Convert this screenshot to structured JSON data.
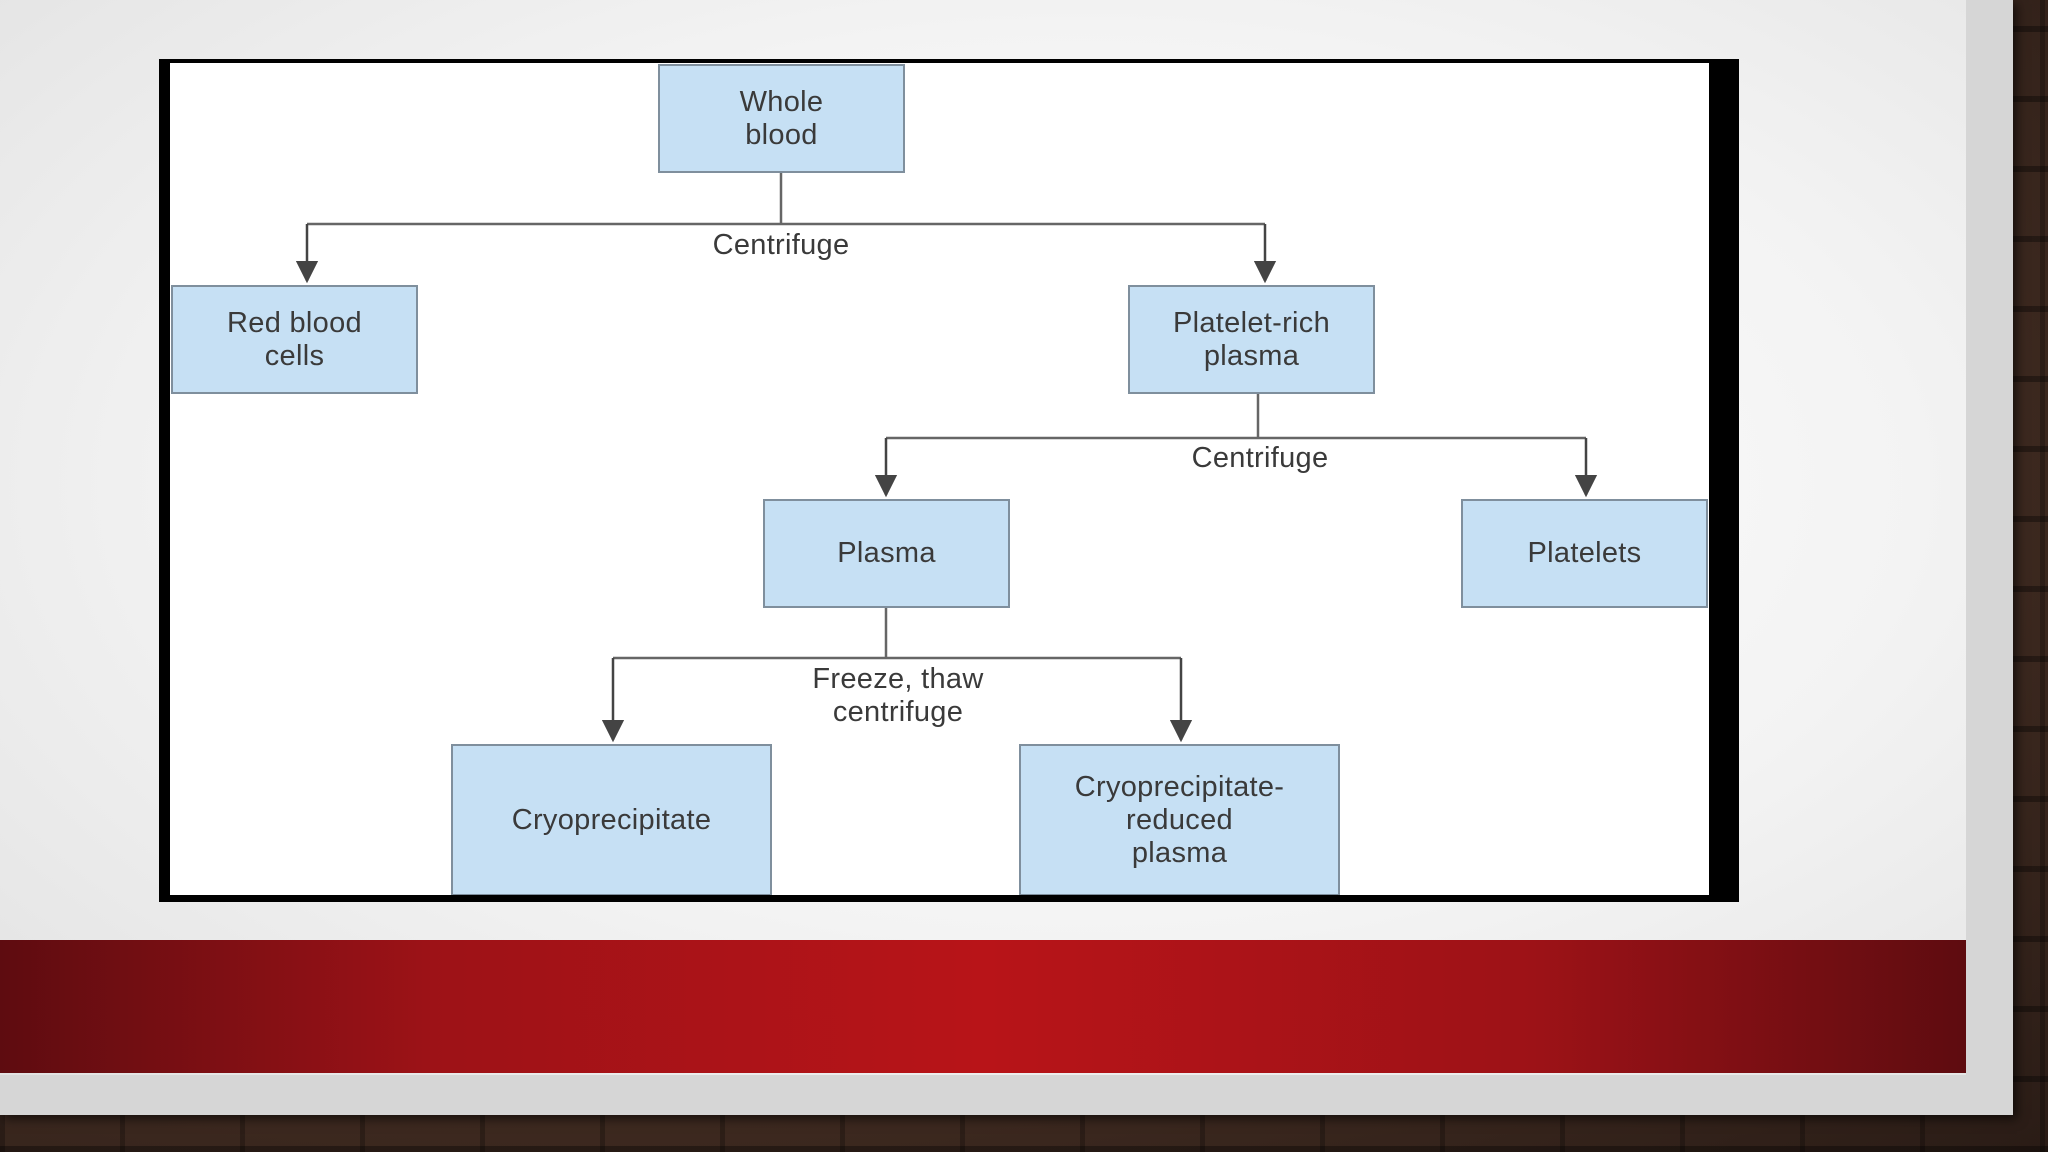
{
  "diagram": {
    "nodes": {
      "whole_blood": "Whole\nblood",
      "red_blood_cells": "Red blood\ncells",
      "platelet_rich_plasma": "Platelet-rich\nplasma",
      "plasma": "Plasma",
      "platelets": "Platelets",
      "cryoprecipitate": "Cryoprecipitate",
      "cryo_reduced_plasma": "Cryoprecipitate-\nreduced\nplasma"
    },
    "edge_labels": {
      "step1": "Centrifuge",
      "step2": "Centrifuge",
      "step3": "Freeze, thaw\ncentrifuge"
    },
    "edges": [
      {
        "from": "Whole blood",
        "to": "Red blood cells",
        "label": "Centrifuge"
      },
      {
        "from": "Whole blood",
        "to": "Platelet-rich plasma",
        "label": "Centrifuge"
      },
      {
        "from": "Platelet-rich plasma",
        "to": "Plasma",
        "label": "Centrifuge"
      },
      {
        "from": "Platelet-rich plasma",
        "to": "Platelets",
        "label": "Centrifuge"
      },
      {
        "from": "Plasma",
        "to": "Cryoprecipitate",
        "label": "Freeze, thaw centrifuge"
      },
      {
        "from": "Plasma",
        "to": "Cryoprecipitate-reduced plasma",
        "label": "Freeze, thaw centrifuge"
      }
    ],
    "colors": {
      "node_fill": "#c6e0f4",
      "node_border": "#7f8f9d",
      "line": "#555555",
      "accent_band": "#b81418"
    }
  }
}
